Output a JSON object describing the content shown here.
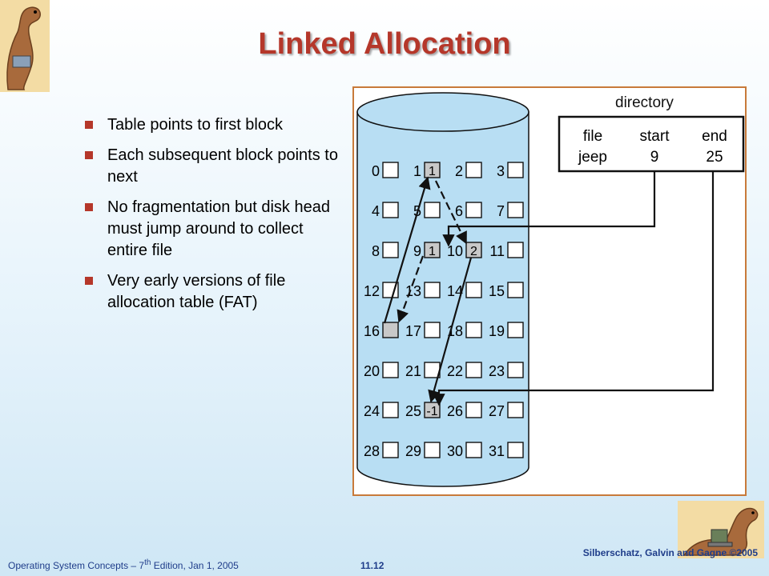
{
  "slide": {
    "title": "Linked Allocation",
    "bullets": [
      "Table points to first block",
      "Each subsequent block points to next",
      "No fragmentation but disk head must jump around to collect entire file",
      "Very early versions of file allocation table (FAT)"
    ]
  },
  "diagram": {
    "directory_label": "directory",
    "headers": [
      "file",
      "start",
      "end"
    ],
    "row": [
      "jeep",
      "9",
      "25"
    ],
    "blocks": [
      {
        "n": "0",
        "v": ""
      },
      {
        "n": "1",
        "v": "1"
      },
      {
        "n": "2",
        "v": ""
      },
      {
        "n": "3",
        "v": ""
      },
      {
        "n": "4",
        "v": ""
      },
      {
        "n": "5",
        "v": ""
      },
      {
        "n": "6",
        "v": ""
      },
      {
        "n": "7",
        "v": ""
      },
      {
        "n": "8",
        "v": ""
      },
      {
        "n": "9",
        "v": "1"
      },
      {
        "n": "10",
        "v": "2"
      },
      {
        "n": "11",
        "v": ""
      },
      {
        "n": "12",
        "v": ""
      },
      {
        "n": "13",
        "v": ""
      },
      {
        "n": "14",
        "v": ""
      },
      {
        "n": "15",
        "v": ""
      },
      {
        "n": "16",
        "v": "",
        "filled": true
      },
      {
        "n": "17",
        "v": ""
      },
      {
        "n": "18",
        "v": ""
      },
      {
        "n": "19",
        "v": ""
      },
      {
        "n": "20",
        "v": ""
      },
      {
        "n": "21",
        "v": ""
      },
      {
        "n": "22",
        "v": ""
      },
      {
        "n": "23",
        "v": ""
      },
      {
        "n": "24",
        "v": ""
      },
      {
        "n": "25",
        "v": "-1"
      },
      {
        "n": "26",
        "v": ""
      },
      {
        "n": "27",
        "v": ""
      },
      {
        "n": "28",
        "v": ""
      },
      {
        "n": "29",
        "v": ""
      },
      {
        "n": "30",
        "v": ""
      },
      {
        "n": "31",
        "v": ""
      }
    ]
  },
  "footer": {
    "left_prefix": "Operating System Concepts – 7",
    "left_sup": "th",
    "left_suffix": " Edition, Jan 1, 2005",
    "center": "11.12",
    "right": "Silberschatz, Galvin and Gagne ©2005"
  },
  "colors": {
    "title": "#b5372a",
    "bullet": "#b5372a",
    "footer": "#1f3d8a",
    "frame": "#c87a3a"
  }
}
